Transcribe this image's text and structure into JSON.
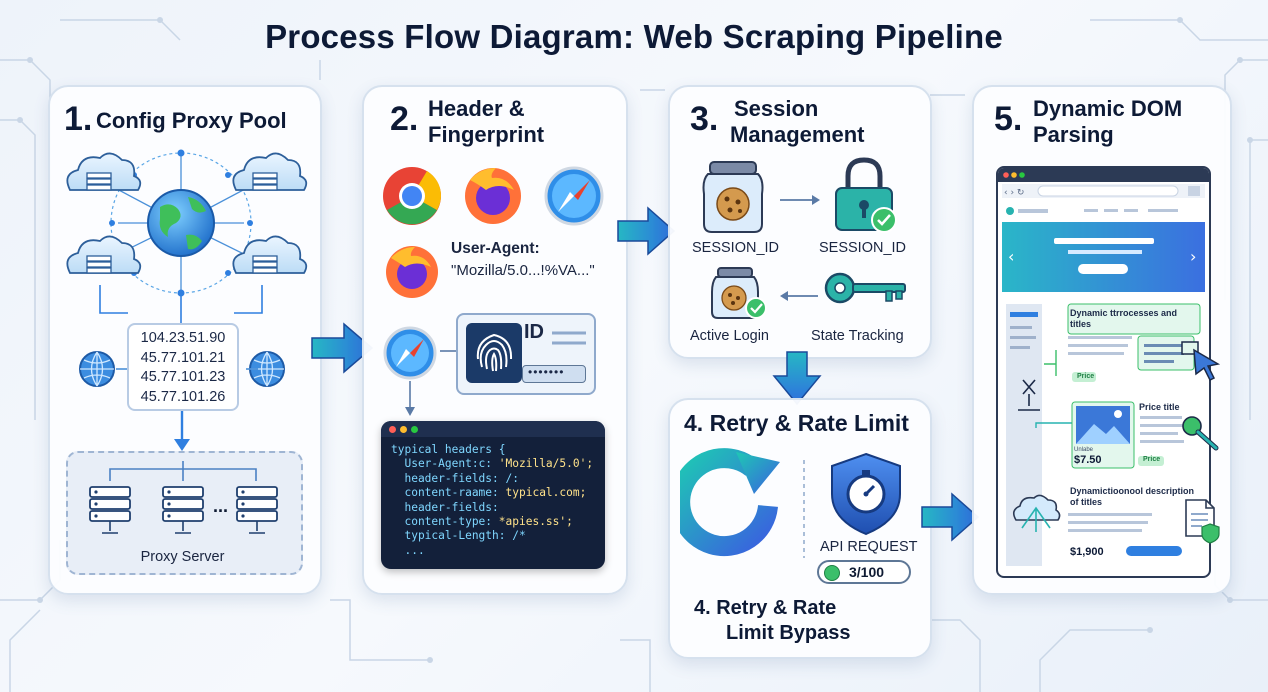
{
  "title": "Process Flow Diagram: Web Scraping Pipeline",
  "steps": {
    "s1": {
      "num": "1.",
      "title": "Config Proxy Pool",
      "ips": [
        "104.23.51.90",
        "45.77.101.21",
        "45.77.101.23",
        "45.77.101.26"
      ],
      "ellipsis": "...",
      "proxy_label": "Proxy Server"
    },
    "s2": {
      "num": "2.",
      "title_line1": "Header &",
      "title_line2": "Fingerprint",
      "ua_label": "User-Agent:",
      "ua_value": "\"Mozilla/5.0...!%VA...\"",
      "id_text": "ID",
      "id_stars": "•••••••",
      "code": {
        "lines": [
          {
            "k": "typical headers {",
            "v": ""
          },
          {
            "k": "  User-Agent:c: ",
            "v": "'Mozilla/5.0';"
          },
          {
            "k": "  header-fields: /:",
            "v": ""
          },
          {
            "k": "  content-raame: ",
            "v": "typical.com;"
          },
          {
            "k": "  header-fields:",
            "v": ""
          },
          {
            "k": "  content-type: ",
            "v": "*apies.ss';"
          },
          {
            "k": "  typical-Length: /*",
            "v": ""
          },
          {
            "k": "  ...",
            "v": ""
          }
        ]
      }
    },
    "s3": {
      "num": "3.",
      "title_line1": "Session",
      "title_line2": "Management",
      "items": [
        "SESSION_ID",
        "SESSION_ID",
        "Active Login",
        "State Tracking"
      ]
    },
    "s4": {
      "num": "4.",
      "title": "Retry & Rate Limit",
      "api_label": "API REQUEST",
      "counter": "3/100",
      "footer_line1": "4. Retry & Rate",
      "footer_line2": "Limit Bypass"
    },
    "s5": {
      "num": "5.",
      "title_line1": "Dynamic DOM",
      "title_line2": "Parsing",
      "texts": {
        "dyn1": "Dynamic ttrrocesses and titles",
        "price_title": "Price title",
        "price_small": "Unlabe",
        "price_val": "$7.50",
        "price_btn": "Price",
        "tag1": "Price",
        "dyn2": "Dynamictioonool description of titles",
        "price2": "$1,900"
      }
    }
  },
  "colors": {
    "accent_blue": "#2f7fe0",
    "teal": "#27b3b0",
    "green": "#3bbf6a",
    "navy": "#0d1a36"
  }
}
